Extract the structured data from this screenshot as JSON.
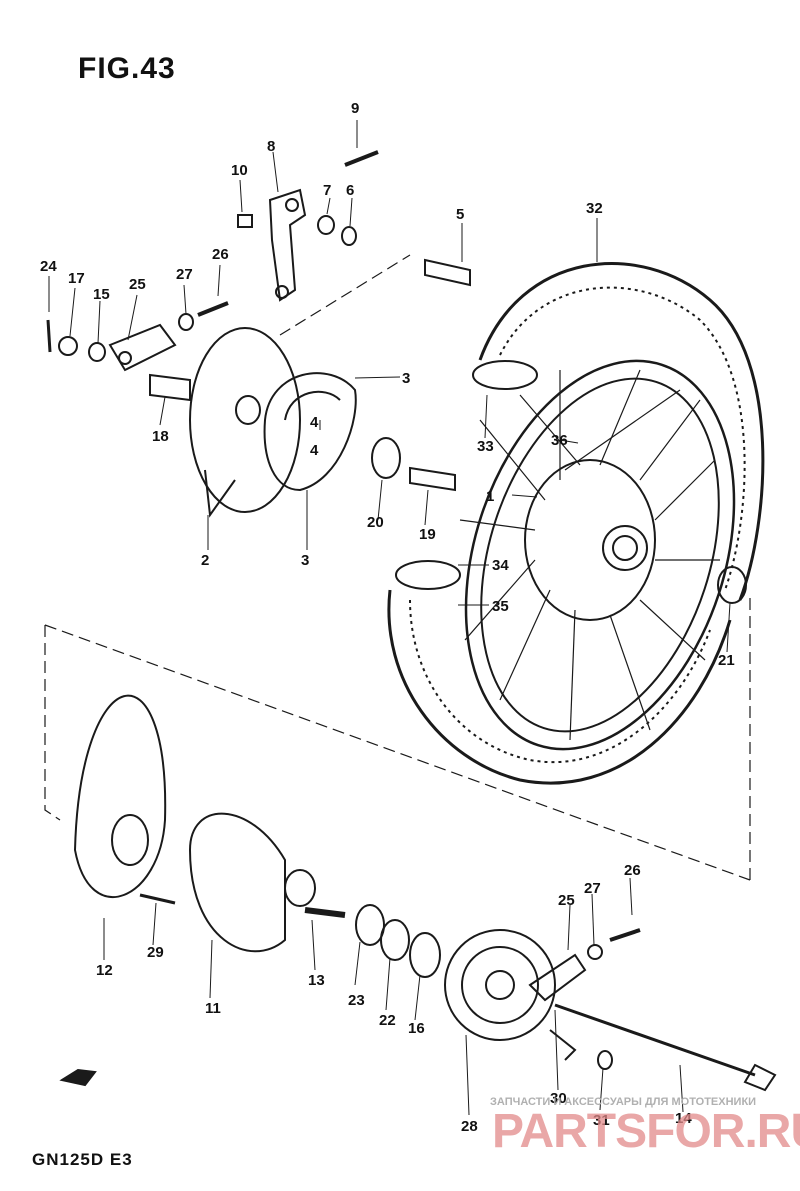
{
  "figure": {
    "title": "FIG.43",
    "model": "GN125D E3",
    "fwd_label": "FWD"
  },
  "callouts": [
    "9",
    "8",
    "10",
    "7",
    "6",
    "5",
    "32",
    "24",
    "17",
    "15",
    "25",
    "27",
    "26",
    "3",
    "4",
    "4",
    "18",
    "33",
    "36",
    "1",
    "20",
    "19",
    "2",
    "3",
    "34",
    "35",
    "21",
    "26",
    "25",
    "27",
    "12",
    "29",
    "11",
    "13",
    "23",
    "22",
    "16",
    "28",
    "30",
    "31",
    "14"
  ],
  "watermark": {
    "tagline": "ЗАПЧАСТИ И АКСЕССУАРЫ ДЛЯ МОТОТЕХНИКИ",
    "logo": "PARTSFOR.RU"
  }
}
